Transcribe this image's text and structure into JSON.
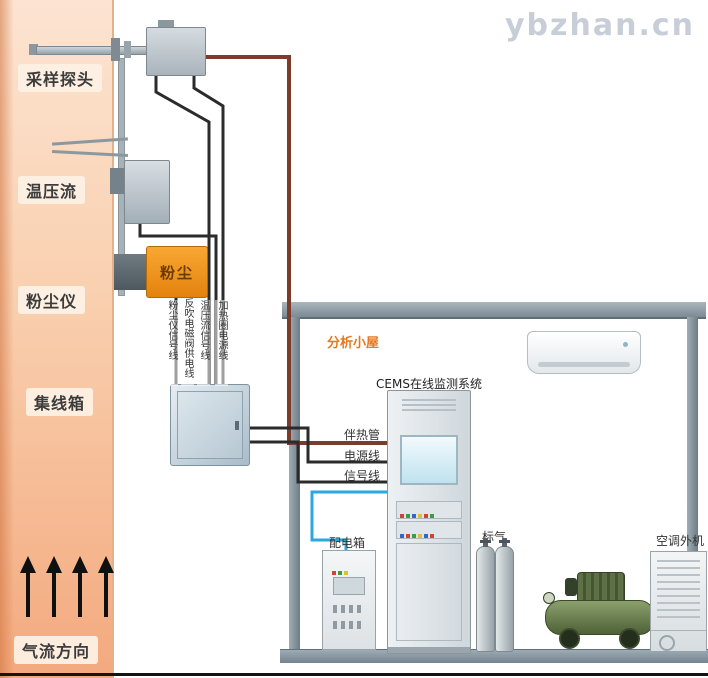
{
  "watermark": "ybzhan.cn",
  "chimney": {
    "probe_label": "采样探头",
    "tpf_label": "温压流",
    "dust_label": "粉尘仪",
    "junction_label": "集线箱",
    "airflow_label": "气流方向",
    "dust_device_text": "粉尘"
  },
  "cables": {
    "dust_signal": "粉尘仪信号线",
    "solenoid_power": "反吹电磁阀供电线",
    "tpf_signal": "温压流信号线",
    "heater_power": "加热圈电源线"
  },
  "shed": {
    "title": "分析小屋",
    "cems_title": "CEMS在线监测系统",
    "heat_trace": "伴热管",
    "power_line": "电源线",
    "signal_line": "信号线",
    "distribution_box": "配电箱",
    "standard_gas": "标气",
    "ac_outdoor": "空调外机"
  },
  "colors": {
    "heat_trace_line": "#7b3c2c",
    "power_cable": "#2b2b2b",
    "blue_signal": "#2aa8e0",
    "accent_orange": "#e87820",
    "shed_frame": "#84939d",
    "chimney_top": "#fce4d2",
    "chimney_bottom": "#f3a97e",
    "dust_box": "#f0941f"
  }
}
